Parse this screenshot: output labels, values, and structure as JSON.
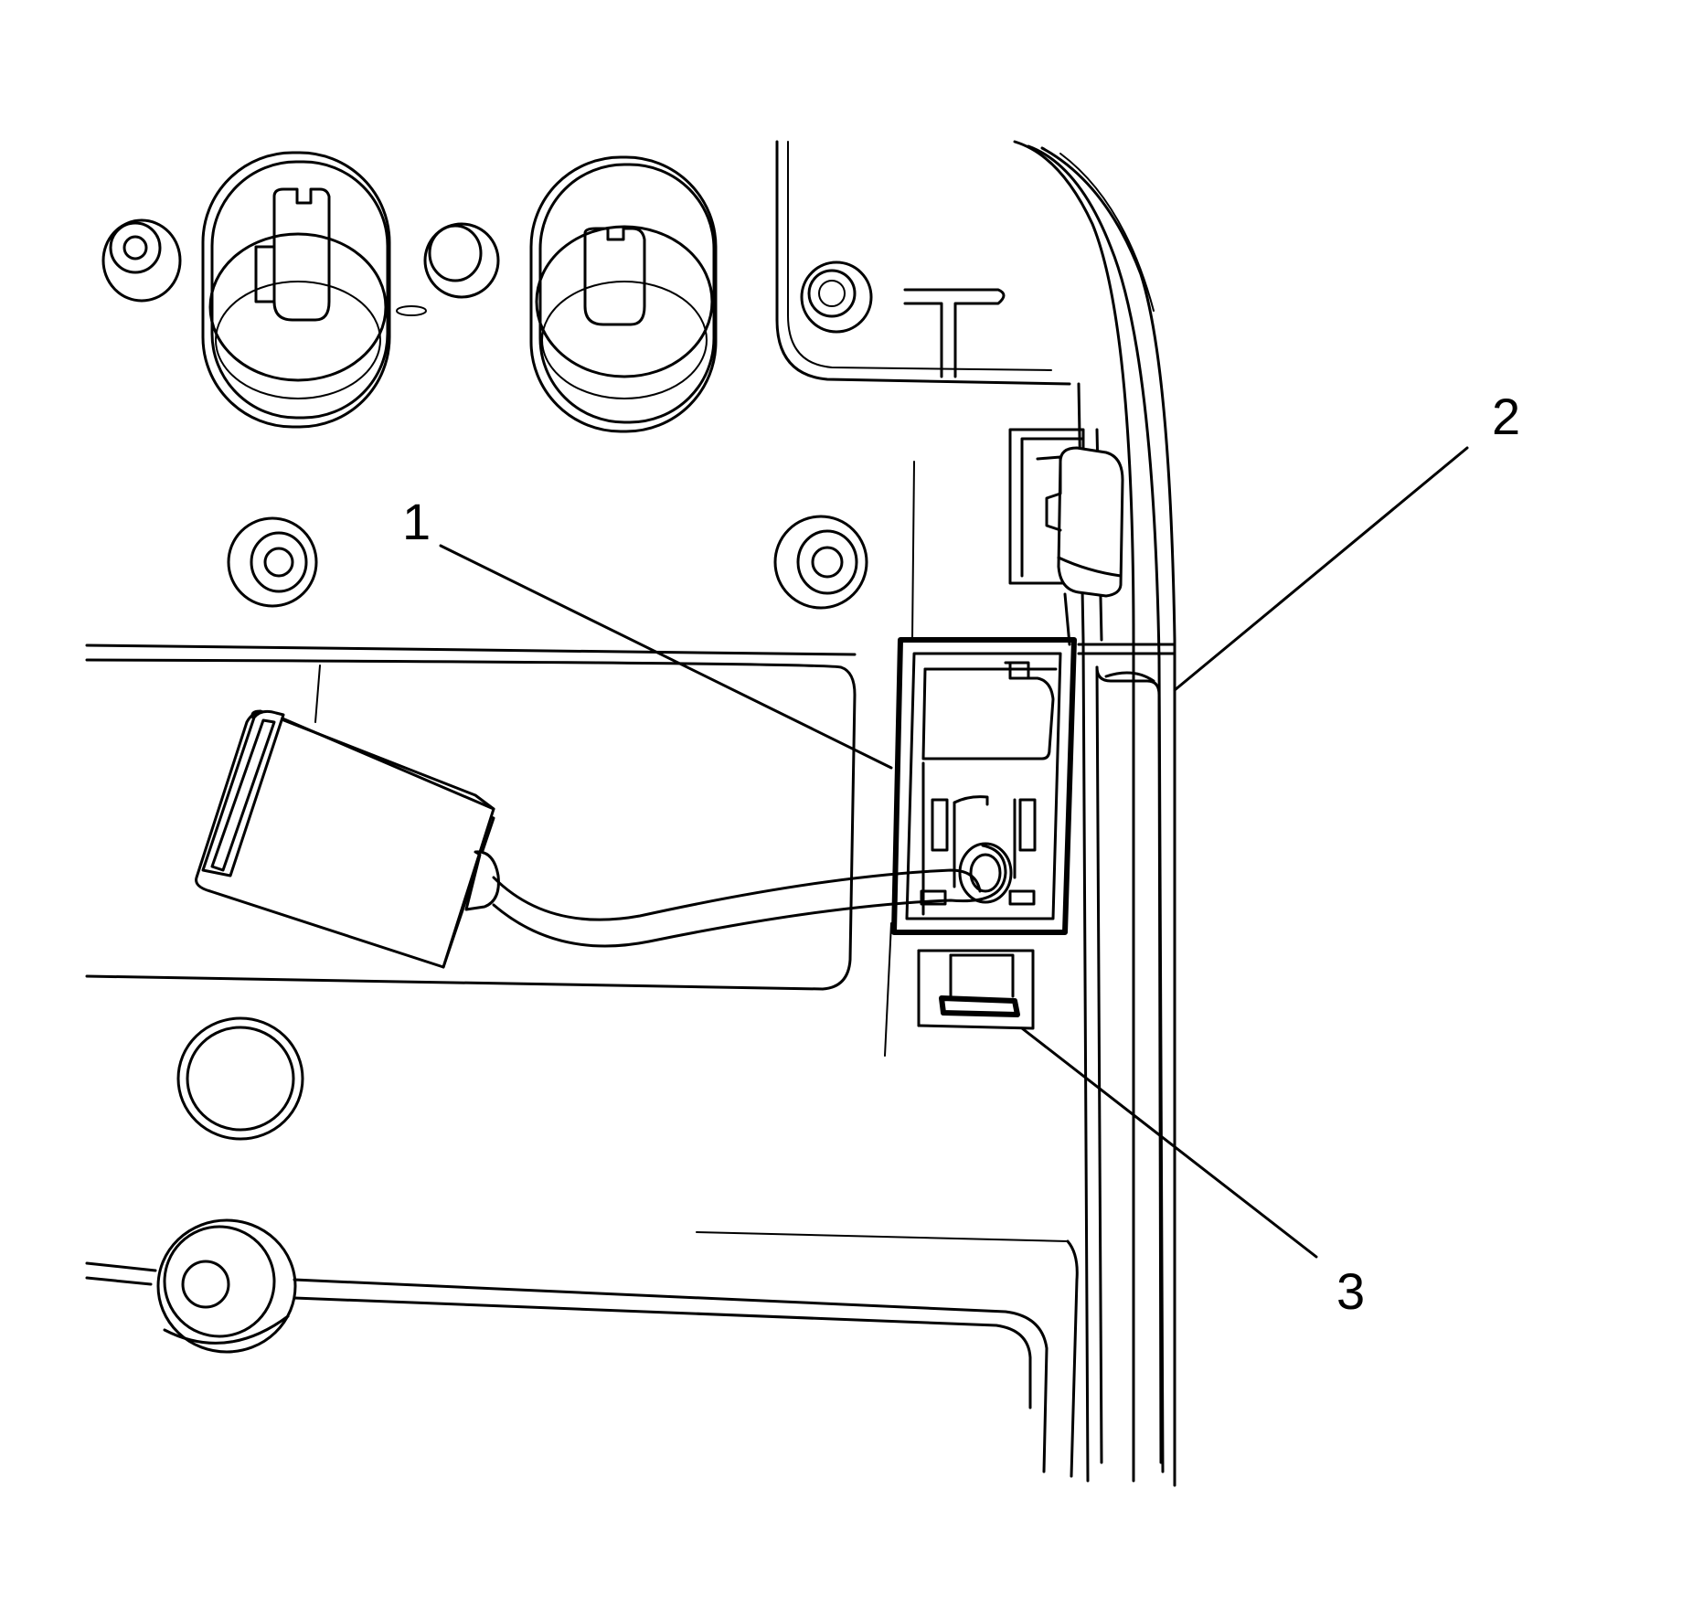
{
  "callouts": [
    {
      "id": "1",
      "label": "1"
    },
    {
      "id": "2",
      "label": "2"
    },
    {
      "id": "3",
      "label": "3"
    }
  ],
  "line_color": "#000000",
  "background_color": "#ffffff"
}
